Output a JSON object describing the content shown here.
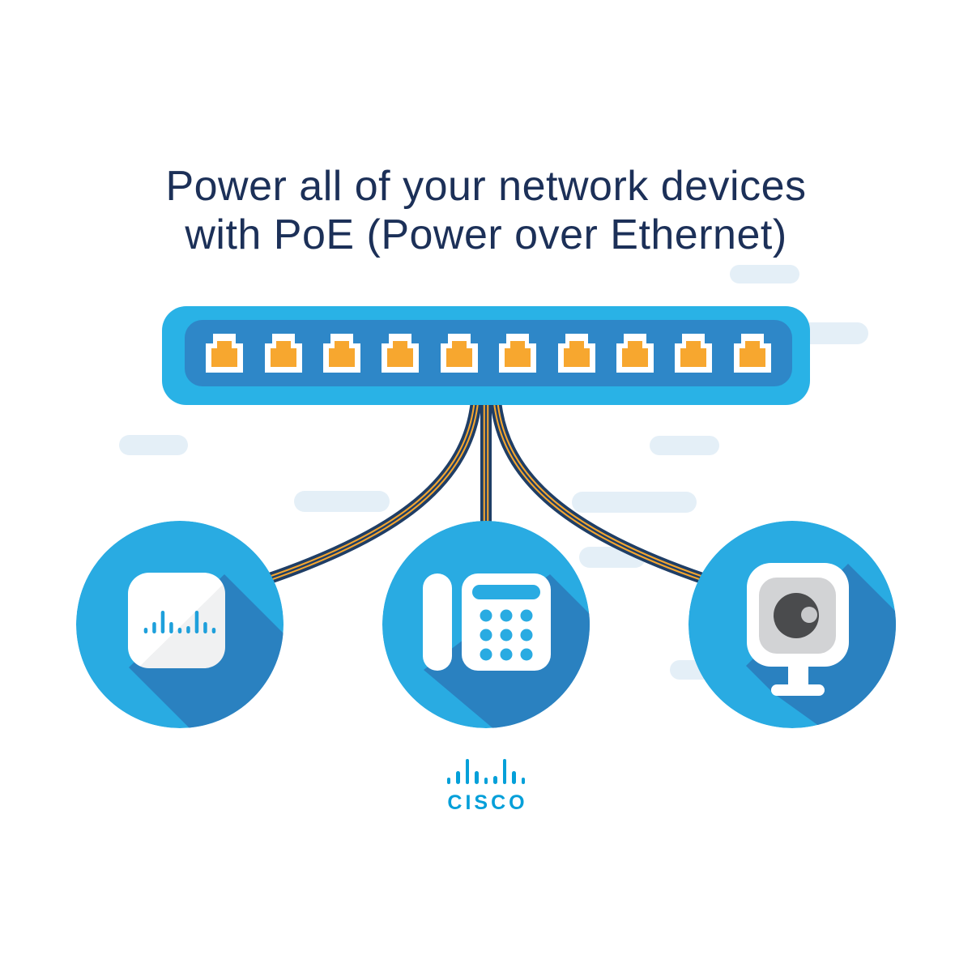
{
  "title": {
    "line1": "Power all of your network devices",
    "line2": "with PoE (Power over Ethernet)"
  },
  "poe_switch": {
    "port_count": 10
  },
  "devices": [
    {
      "icon": "wireless-access-point-icon"
    },
    {
      "icon": "ip-phone-icon"
    },
    {
      "icon": "security-camera-icon"
    }
  ],
  "brand": {
    "wordmark": "CISCO"
  },
  "colors": {
    "accent_cyan": "#29ABE2",
    "icon_shadow_blue": "#2A81C0",
    "switch_body": "#29B2E6",
    "switch_panel": "#2E87C8",
    "port_orange": "#F7A72F",
    "cable_navy": "#1F3E66",
    "cable_orange": "#F5A62F",
    "cloud_light_blue": "#E4EFF7",
    "title_navy": "#1C3058",
    "cisco_cyan": "#049FD9",
    "camera_body_gray": "#D2D3D5",
    "camera_lens_gray": "#4A4B4D"
  }
}
